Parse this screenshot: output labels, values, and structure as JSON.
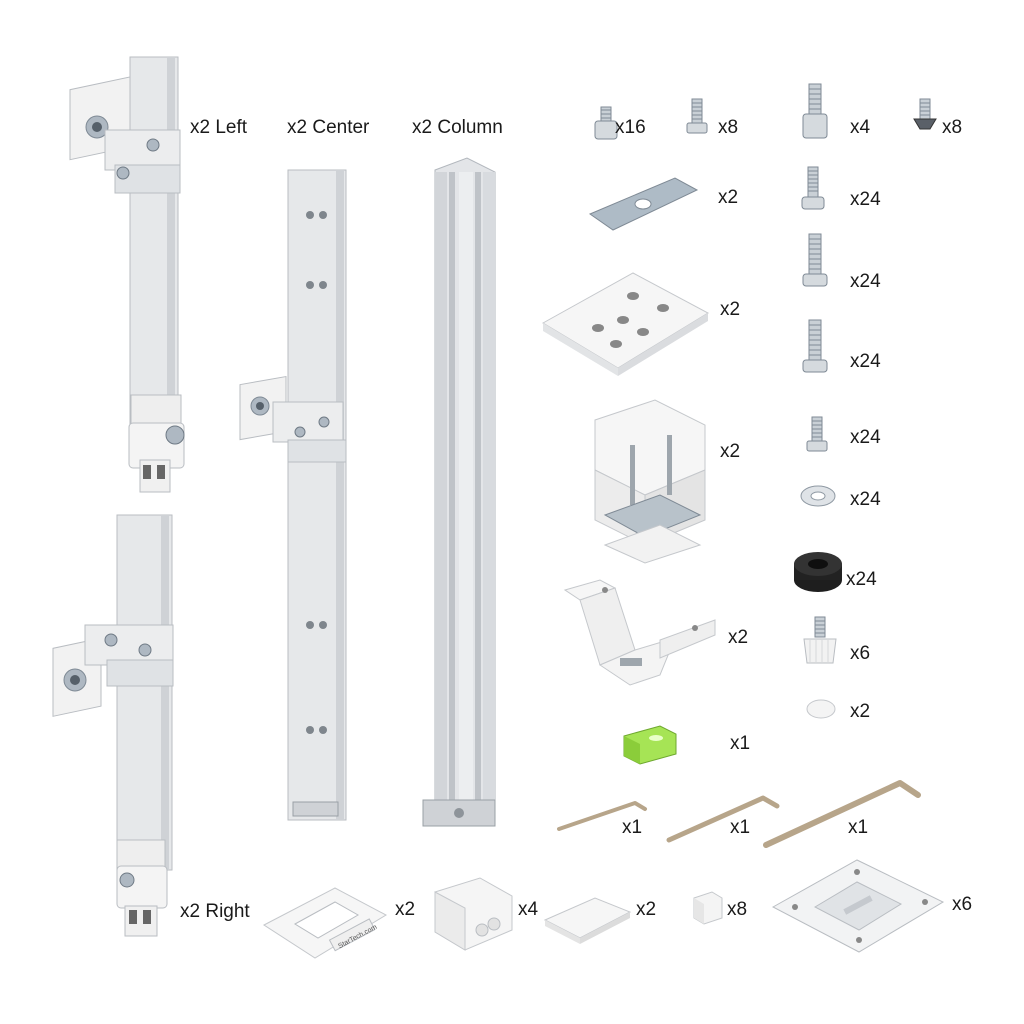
{
  "labels": {
    "left_arm": "x2 Left",
    "center_arm": "x2 Center",
    "column": "x2 Column",
    "right_arm": "x2 Right",
    "screw_a": "x16",
    "screw_b": "x8",
    "screw_c": "x4",
    "screw_d": "x8",
    "plate": "x2",
    "base_plate": "x2",
    "desk_clamp": "x2",
    "grommet_bracket": "x2",
    "bolt_1": "x24",
    "bolt_2": "x24",
    "bolt_3": "x24",
    "bolt_4": "x24",
    "washer": "x24",
    "rubber_spacer": "x24",
    "thumb_screw": "x6",
    "cap": "x2",
    "bubble_level": "x1",
    "hex_key_small": "x1",
    "hex_key_medium": "x1",
    "hex_key_large": "x1",
    "base_cover": "x2",
    "end_cap_large": "x4",
    "end_cap_flat": "x2",
    "clip": "x8",
    "vesa_plate": "x6",
    "logo": "StarTech.com"
  },
  "colors": {
    "aluminum": "#e4e6e8",
    "aluminum_shadow": "#c6c9cd",
    "white_part": "#f4f4f4",
    "zinc": "#b9c4cc",
    "rubber": "#222222",
    "level_green": "#9be04a",
    "text": "#1a1a1a"
  }
}
